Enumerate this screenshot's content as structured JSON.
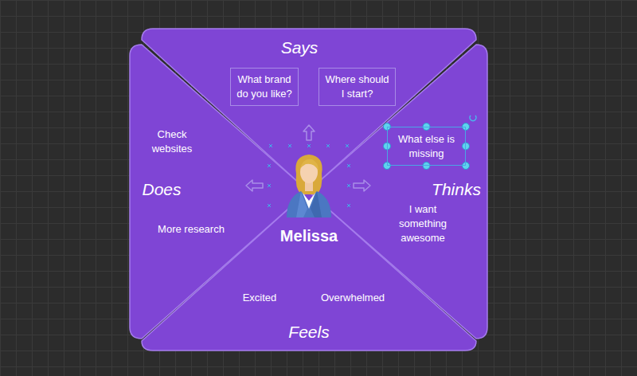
{
  "diagram": {
    "nodes": [
      {
        "text": [
          "Says"
        ]
      },
      {
        "text": [
          "What brand do you like?"
        ],
        "in": 0
      },
      {
        "text": [
          "Where should I start?"
        ],
        "in": 0
      },
      {
        "text": [
          "Does"
        ]
      },
      {
        "text": [
          "Thinks"
        ]
      },
      {
        "text": [
          "What else is missing"
        ],
        "in": 4
      },
      {
        "text": [
          "Feels"
        ]
      }
    ],
    "labels": [
      "Check websites",
      "More research",
      "I want something awesome",
      "Excited",
      "Overwhelmed",
      "Melissa"
    ]
  }
}
